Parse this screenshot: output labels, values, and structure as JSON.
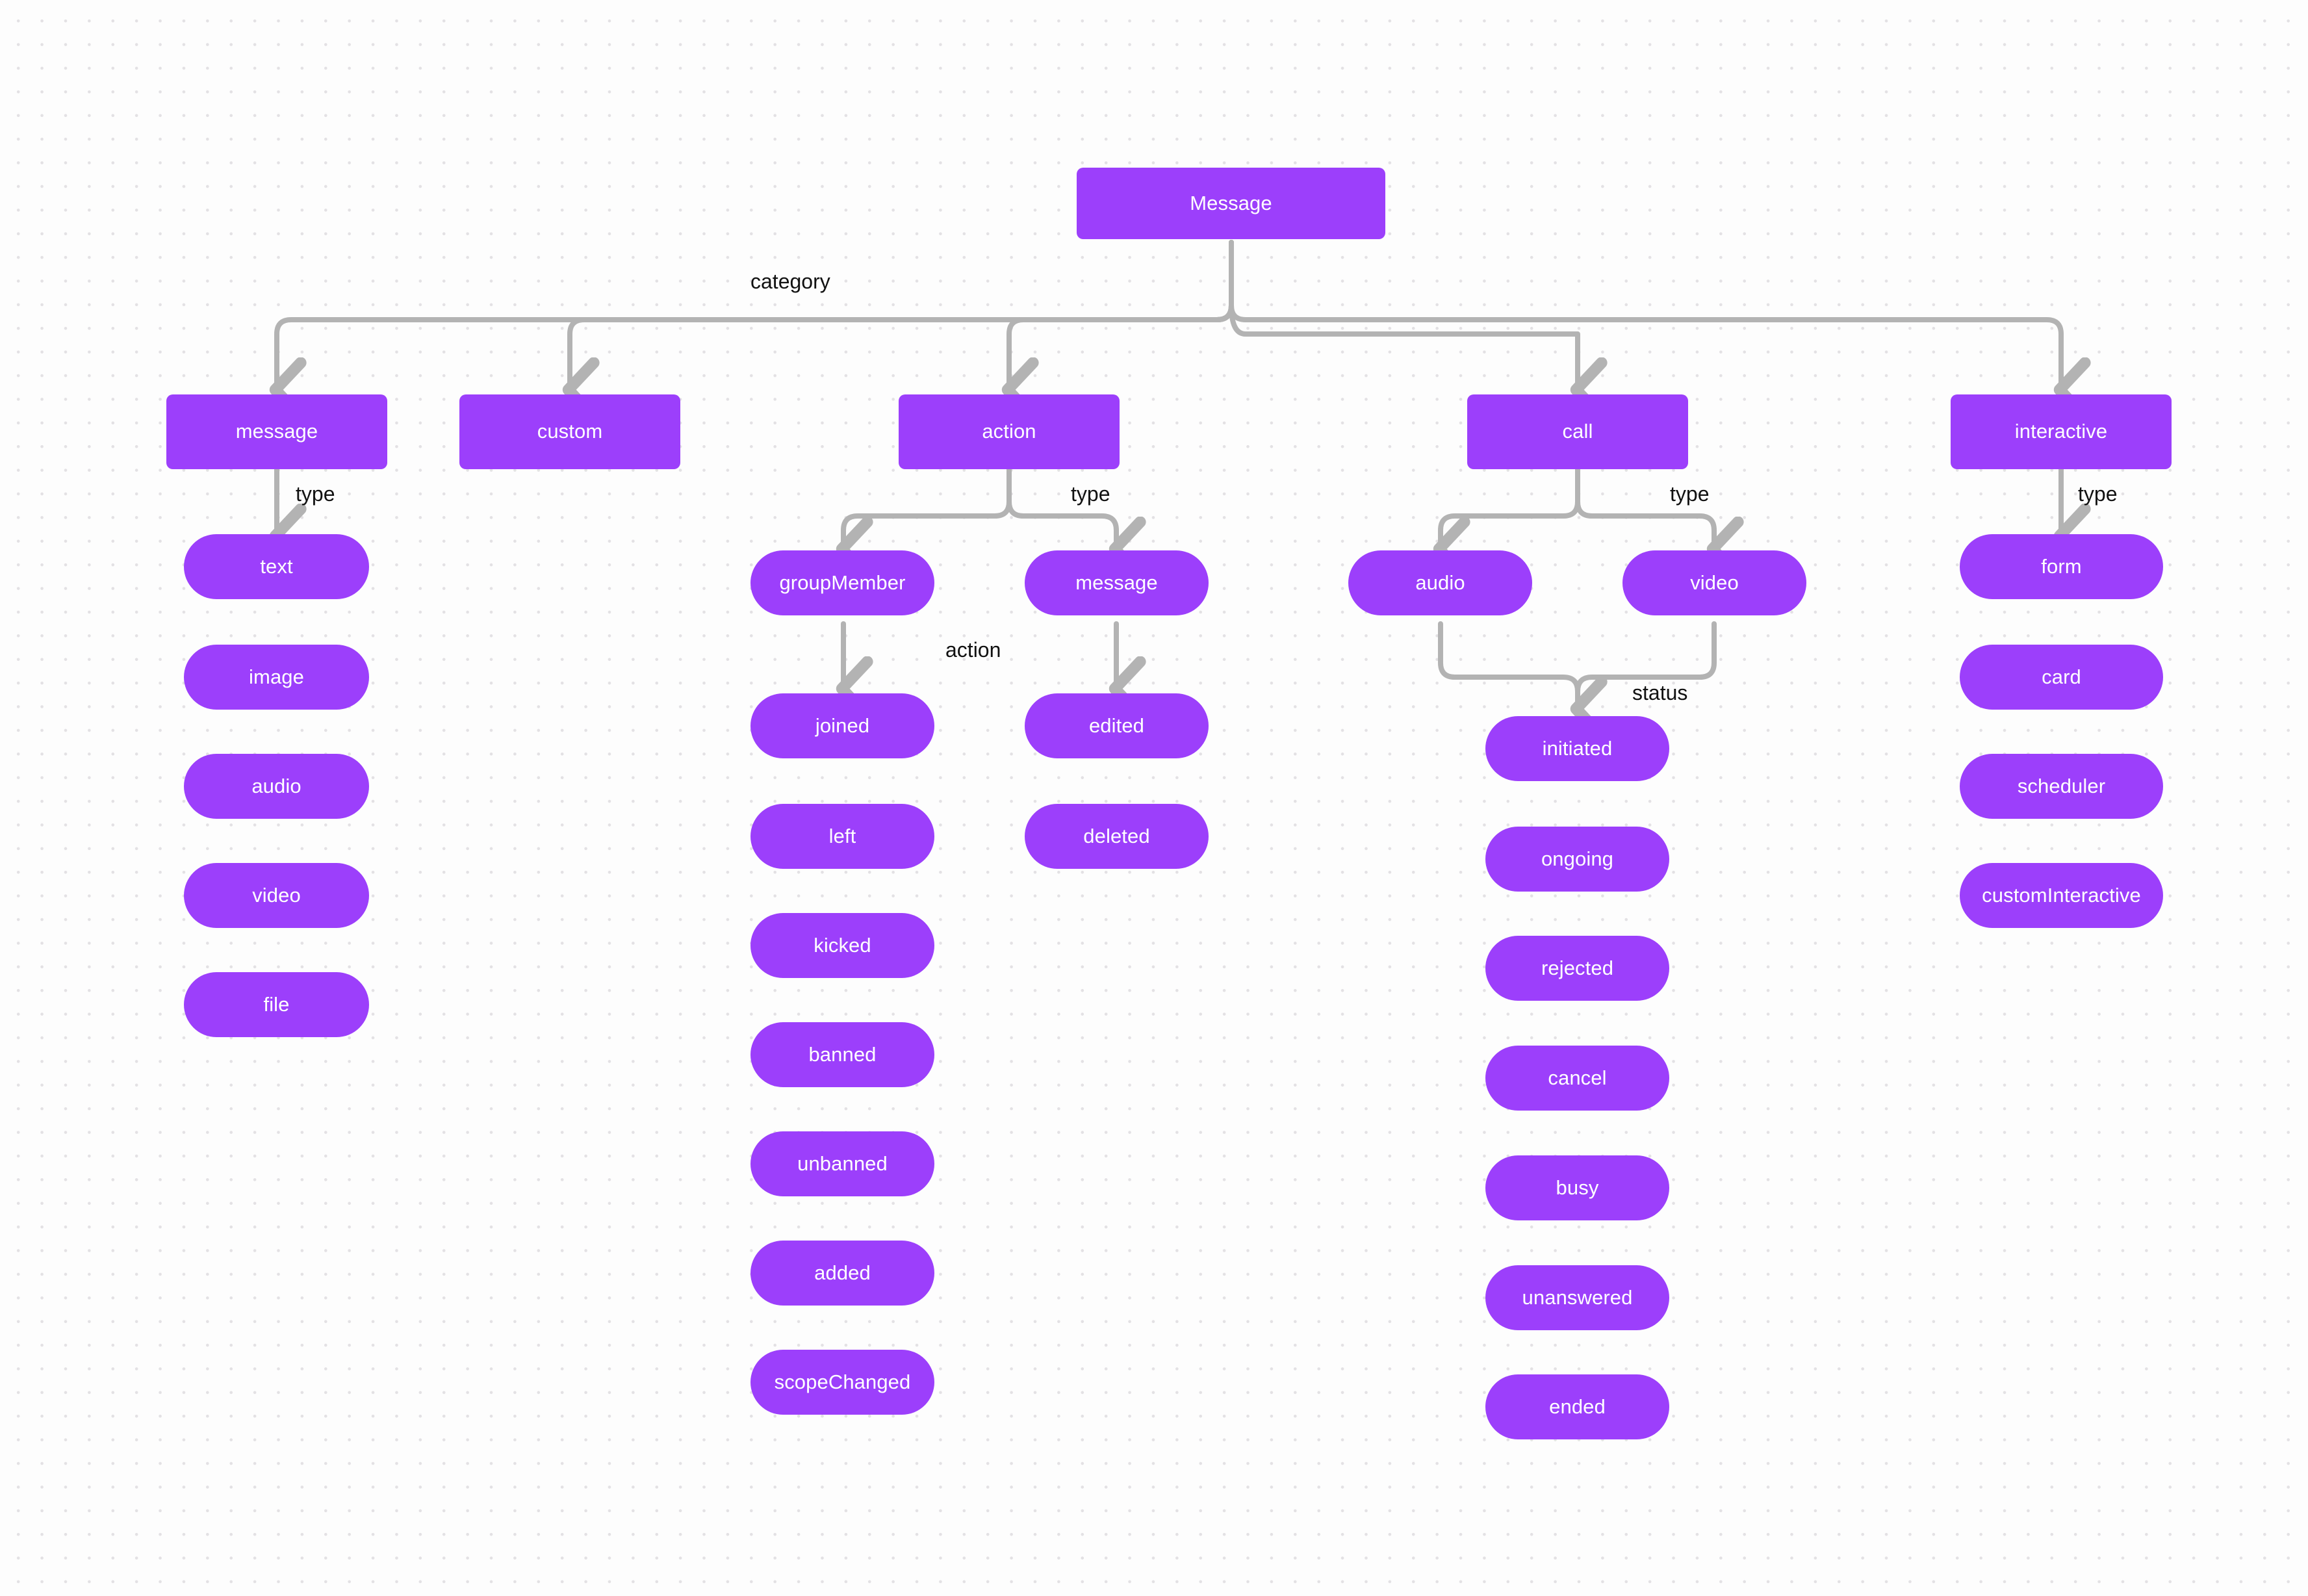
{
  "diagram": {
    "title": "Message",
    "root": {
      "label": "Message"
    },
    "edge_labels": {
      "category": "category",
      "type": "type",
      "action": "action",
      "status": "status"
    },
    "categories": [
      {
        "id": "message",
        "label": "message"
      },
      {
        "id": "custom",
        "label": "custom"
      },
      {
        "id": "action",
        "label": "action"
      },
      {
        "id": "call",
        "label": "call"
      },
      {
        "id": "interactive",
        "label": "interactive"
      }
    ],
    "message_types": [
      {
        "label": "text"
      },
      {
        "label": "image"
      },
      {
        "label": "audio"
      },
      {
        "label": "video"
      },
      {
        "label": "file"
      }
    ],
    "action_types": [
      {
        "label": "groupMember"
      },
      {
        "label": "message"
      }
    ],
    "group_member_actions": [
      {
        "label": "joined"
      },
      {
        "label": "left"
      },
      {
        "label": "kicked"
      },
      {
        "label": "banned"
      },
      {
        "label": "unbanned"
      },
      {
        "label": "added"
      },
      {
        "label": "scopeChanged"
      }
    ],
    "message_actions": [
      {
        "label": "edited"
      },
      {
        "label": "deleted"
      }
    ],
    "call_types": [
      {
        "label": "audio"
      },
      {
        "label": "video"
      }
    ],
    "call_statuses": [
      {
        "label": "initiated"
      },
      {
        "label": "ongoing"
      },
      {
        "label": "rejected"
      },
      {
        "label": "cancel"
      },
      {
        "label": "busy"
      },
      {
        "label": "unanswered"
      },
      {
        "label": "ended"
      }
    ],
    "interactive_types": [
      {
        "label": "form"
      },
      {
        "label": "card"
      },
      {
        "label": "scheduler"
      },
      {
        "label": "customInteractive"
      }
    ],
    "colors": {
      "node_fill": "#9c3ffb",
      "node_text": "#ffffff",
      "edge": "#b3b3b3",
      "label_text": "#111111",
      "background": "#fdfdfd",
      "dot": "#e3e1e4"
    }
  }
}
